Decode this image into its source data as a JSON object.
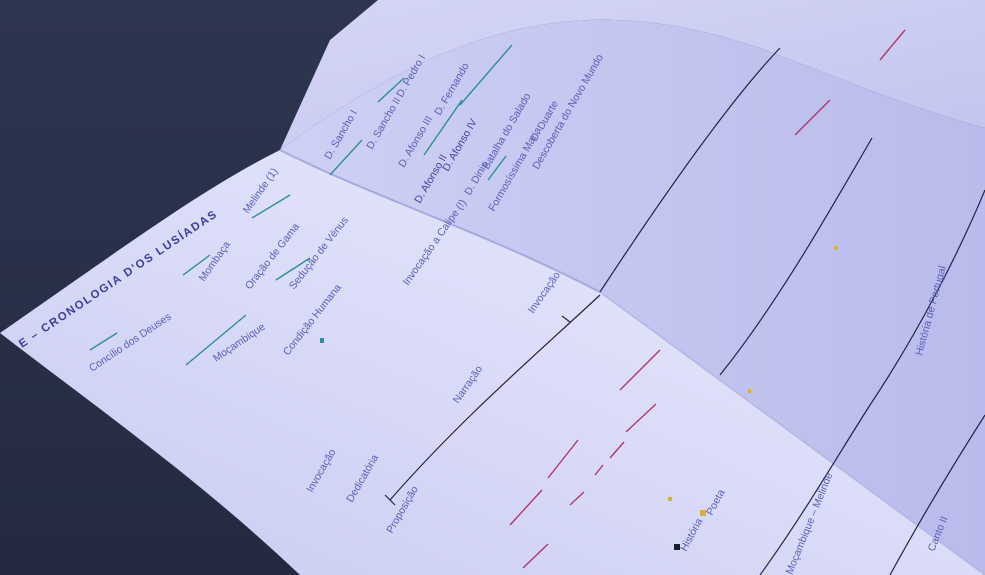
{
  "document": {
    "section_title": "E – CRONOLOGIA D'OS LUSÍADAS",
    "left_page_labels": {
      "concilio_dos_deuses": "Concílio dos Deuses",
      "mocambique": "Moçambique",
      "mombaca": "Mombaça",
      "melinde_1": "Melinde (1)",
      "condicao_humana": "Condição Humana",
      "oracao_de_gama": "Oração de Gama",
      "seducao_de_venus": "Sedução de Vénus",
      "invocacao_a_calipe": "Invocação a Calipe (!)",
      "invocacao_1": "Invocação",
      "invocacao_2": "Invocação",
      "narracao": "Narração",
      "dedicatoria": "Dedicatória",
      "proposicao": "Proposição"
    },
    "kings": {
      "d_sancho_i": "D. Sancho I",
      "d_sancho_ii": "D. Sancho II",
      "d_pedro_i": "D. Pedro I",
      "d_afonso_iii": "D. Afonso III",
      "d_afonso_ii": "D. Afonso II",
      "d_afonso_iv": "D. Afonso IV",
      "d_fernando": "D. Fernando",
      "d_dinis": "D. Dinis",
      "batalha_do_salado": "Batalha do Salado",
      "formosissima_maria": "Formosíssima Maria",
      "d_duarte": "D. Duarte",
      "descoberta_caminho": "Descoberta do Novo Mundo"
    },
    "right_page_labels": {
      "historia_de_portugal": "História de Portugal",
      "mocambique_melinde": "Moçambique – Melinde",
      "canto_ii": "Canto II"
    },
    "legend": {
      "historia": "História",
      "poeta": "Poeta",
      "historia_color": "#1a1a2e",
      "poeta_color": "#d6b03a"
    },
    "accent_colors": {
      "teal": "#2a8f9a",
      "red": "#b2376a",
      "paper": "#d7d8f6"
    }
  }
}
